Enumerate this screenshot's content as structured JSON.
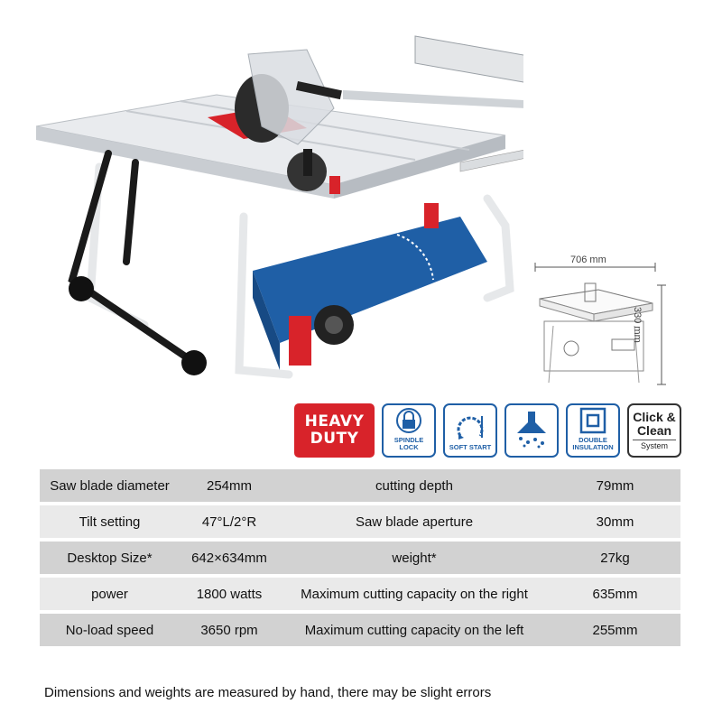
{
  "dimension_diagram": {
    "width_label": "706 mm",
    "height_label": "330 mm"
  },
  "badges": {
    "heavy_duty": "HEAVY\nDUTY",
    "spindle_lock": "SPINDLE\nLOCK",
    "soft_start": "SOFT START",
    "double_insulation": "DOUBLE\nINSULATION",
    "click_clean_title": "Click &\nClean",
    "click_clean_sub": "System"
  },
  "specs": {
    "rows": [
      [
        "Saw blade diameter",
        "254mm",
        "cutting depth",
        "79mm"
      ],
      [
        "Tilt setting",
        "47°L/2°R",
        "Saw blade aperture",
        "30mm"
      ],
      [
        "Desktop Size*",
        "642×634mm",
        "weight*",
        "27kg"
      ],
      [
        "power",
        "1800 watts",
        "Maximum cutting capacity on the right",
        "635mm"
      ],
      [
        "No-load speed",
        "3650 rpm",
        "Maximum cutting capacity on the left",
        "255mm"
      ]
    ]
  },
  "footnote": "Dimensions and weights are measured by hand, there may be slight errors",
  "colors": {
    "brand_blue": "#1f5fa6",
    "accent_red": "#d8232a",
    "row_dark": "#d2d2d2",
    "row_light": "#eaeaea"
  }
}
